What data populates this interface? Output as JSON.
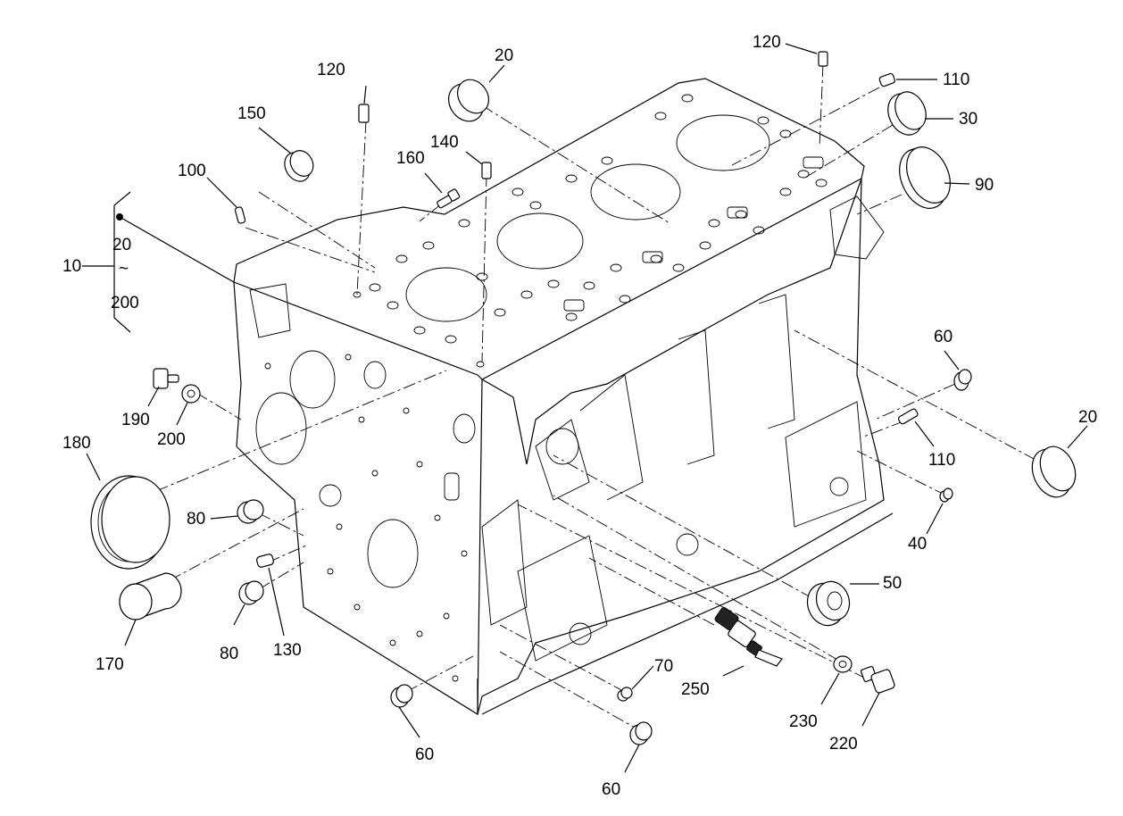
{
  "group_bracket": {
    "top_label": "20",
    "tilde": "~",
    "bottom_label": "200",
    "group_number": "10"
  },
  "callouts": {
    "c120a": "120",
    "c120b": "120",
    "c20a": "20",
    "c20b": "20",
    "c150": "150",
    "c100": "100",
    "c160": "160",
    "c140": "140",
    "c110a": "110",
    "c110b": "110",
    "c30": "30",
    "c90": "90",
    "c60a": "60",
    "c60b": "60",
    "c60c": "60",
    "c190": "190",
    "c200": "200",
    "c180": "180",
    "c80a": "80",
    "c80b": "80",
    "c170": "170",
    "c130": "130",
    "c40": "40",
    "c50": "50",
    "c70": "70",
    "c250": "250",
    "c230": "230",
    "c220": "220"
  }
}
